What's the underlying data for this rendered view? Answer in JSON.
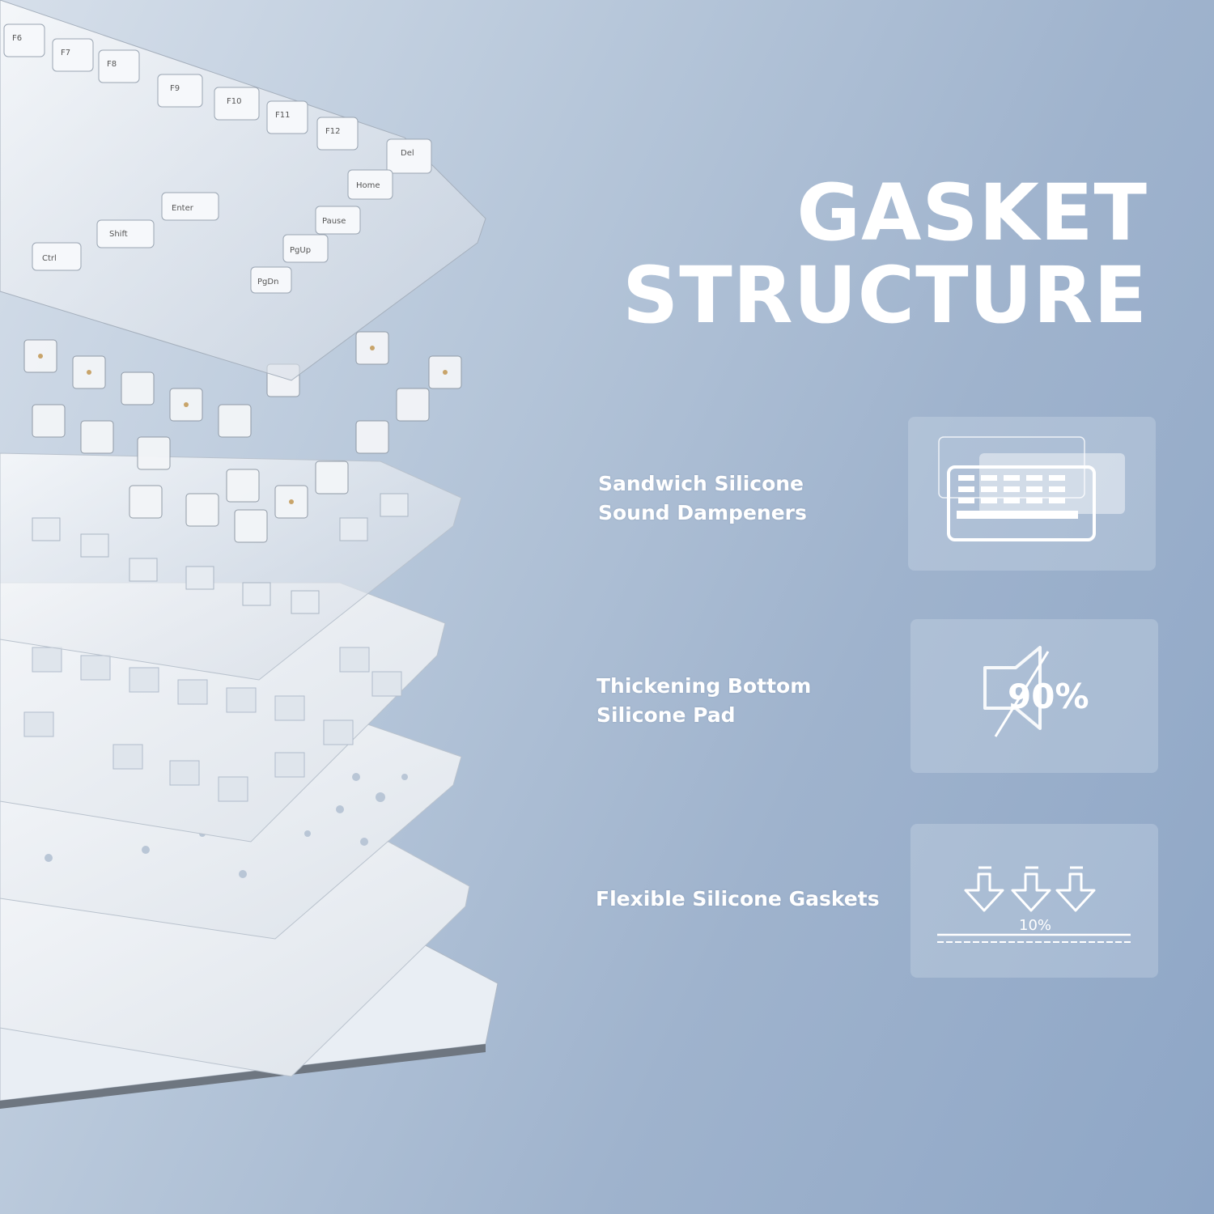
{
  "headline": {
    "line1": "GASKET",
    "line2": "STRUCTURE"
  },
  "features": [
    {
      "label_line1": "Sandwich Silicone",
      "label_line2": "Sound Dampeners",
      "icon": "layered-keyboard-icon"
    },
    {
      "label_line1": "Thickening Bottom",
      "label_line2": "Silicone Pad",
      "icon": "muted-speaker-icon",
      "value": "90%"
    },
    {
      "label_line1": "Flexible Silicone Gaskets",
      "icon": "compression-arrows-icon",
      "value": "10%"
    }
  ],
  "keycaps": [
    "F6",
    "F7",
    "F8",
    "F9",
    "F10",
    "F11",
    "F12",
    "Del",
    "Home",
    "Enter",
    "Shift",
    "Ctrl",
    "Pause",
    "PgUp",
    "PgDn"
  ],
  "colors": {
    "background": "#a9bbd3",
    "text": "#ffffff"
  }
}
